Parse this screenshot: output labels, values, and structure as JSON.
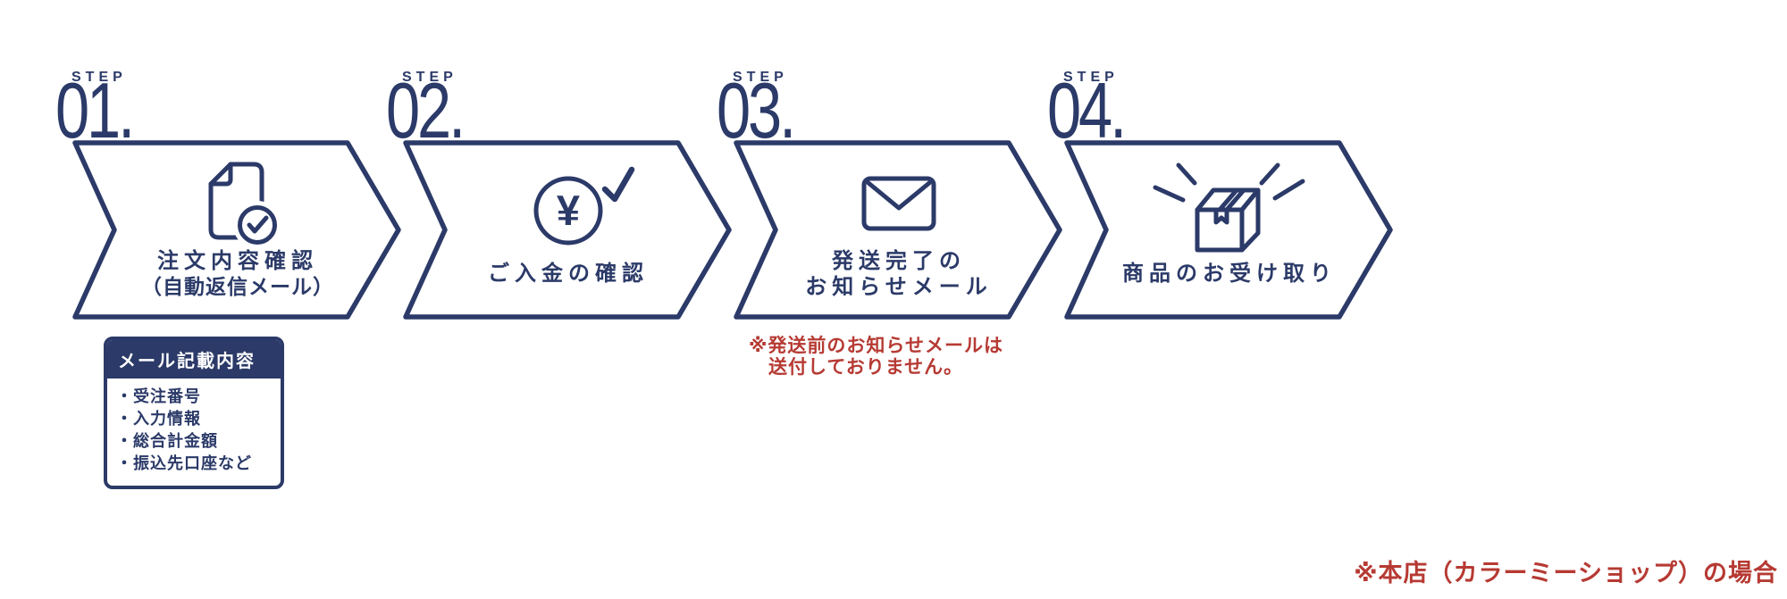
{
  "colors": {
    "navy": "#2b3a68",
    "red": "#b63a33",
    "background": "#ffffff"
  },
  "steps": [
    {
      "label": "STEP",
      "number": "01.",
      "icon": "document-check-icon",
      "title_lines": [
        "注文内容確認",
        "（自動返信メール）"
      ]
    },
    {
      "label": "STEP",
      "number": "02.",
      "icon": "yen-coin-check-icon",
      "icon_glyph": "¥",
      "title_lines": [
        "ご入金の確認"
      ]
    },
    {
      "label": "STEP",
      "number": "03.",
      "icon": "mail-envelope-icon",
      "title_lines": [
        "発送完了の",
        "お知らせメール"
      ]
    },
    {
      "label": "STEP",
      "number": "04.",
      "icon": "package-box-icon",
      "title_lines": [
        "商品のお受け取り"
      ]
    }
  ],
  "mail_box": {
    "header": "メール記載内容",
    "items": [
      "・受注番号",
      "・入力情報",
      "・総合計金額",
      "・振込先口座など"
    ]
  },
  "shipping_note_lines": [
    "※発送前のお知らせメールは",
    "送付しておりません。"
  ],
  "footnote": "※本店（カラーミーショップ）の場合"
}
